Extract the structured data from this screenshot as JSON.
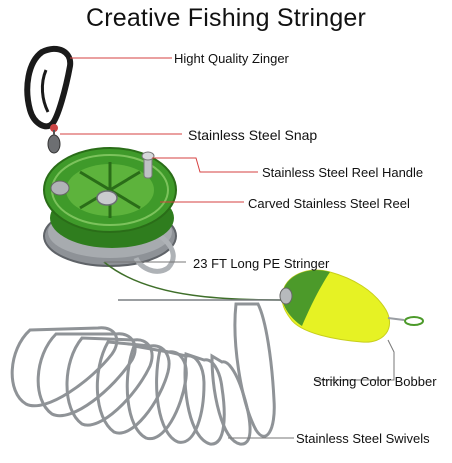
{
  "title": "Creative Fishing Stringer",
  "callouts": {
    "zinger": "Hight Quality Zinger",
    "snap": "Stainless Steel Snap",
    "handle": "Stainless Steel Reel Handle",
    "reel": "Carved Stainless Steel Reel",
    "stringer": "23 FT Long PE Stringer",
    "bobber": "Striking Color Bobber",
    "swivels": "Stainless Steel Swivels"
  },
  "colors": {
    "reel_green": "#3f9a2a",
    "bobber_yellow": "#e6f224",
    "bobber_green": "#4c9a2a",
    "leader_red": "#d64040",
    "metal": "#9a9ea3"
  }
}
